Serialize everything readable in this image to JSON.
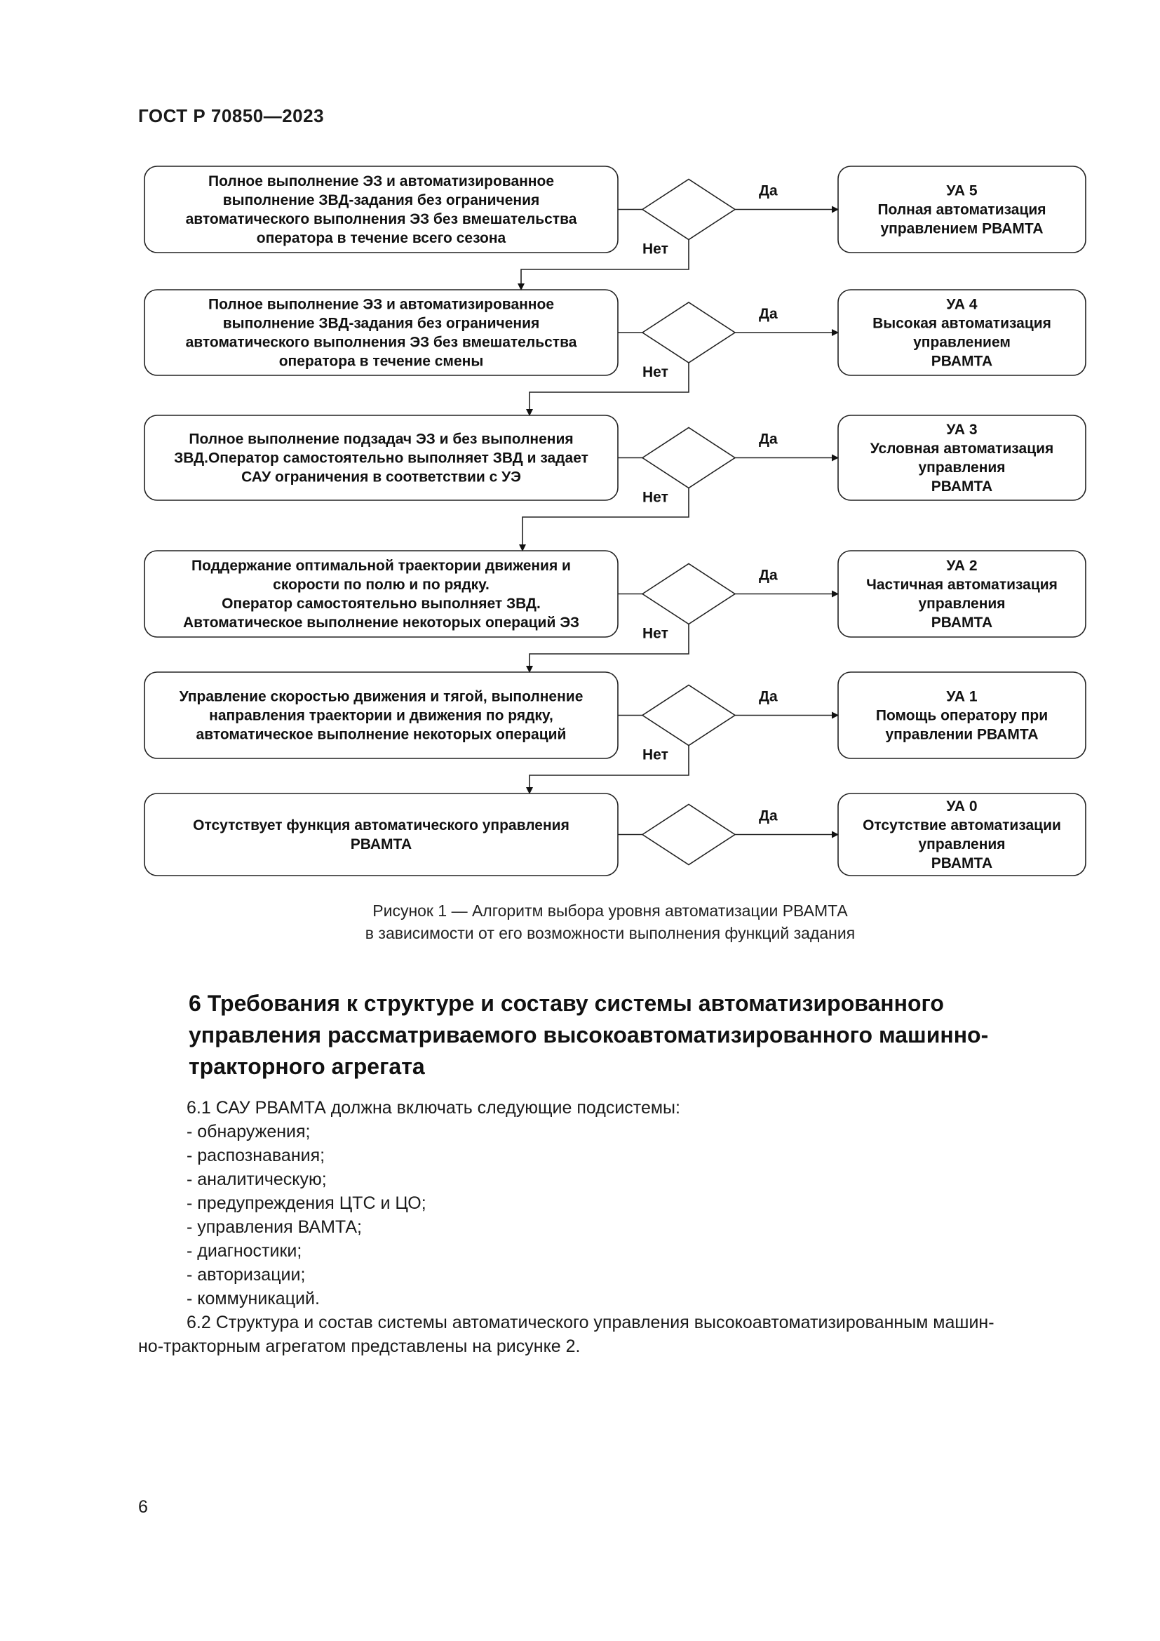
{
  "header": {
    "doc_code": "ГОСТ Р 70850—2023"
  },
  "flowchart": {
    "yes_label": "Да",
    "no_label": "Нет",
    "rows": [
      {
        "condition": [
          "Полное выполнение ЭЗ и автоматизированное",
          "выполнение ЗВД-задания без ограничения",
          "автоматического выполнения ЭЗ без вмешательства",
          "оператора в течение всего сезона"
        ],
        "result": [
          "УА 5",
          "Полная автоматизация",
          "управлением РВАМТА"
        ]
      },
      {
        "condition": [
          "Полное выполнение ЭЗ и автоматизированное",
          "выполнение ЗВД-задания без ограничения",
          "автоматического выполнения ЭЗ без вмешательства",
          "оператора в течение смены"
        ],
        "result": [
          "УА 4",
          "Высокая автоматизация",
          "управлением",
          "РВАМТА"
        ]
      },
      {
        "condition": [
          "Полное выполнение подзадач ЭЗ и без выполнения",
          "ЗВД.Оператор самостоятельно выполняет ЗВД и задает",
          "САУ ограничения в соответствии с УЭ"
        ],
        "result": [
          "УА 3",
          "Условная автоматизация",
          "управления",
          "РВАМТА"
        ]
      },
      {
        "condition": [
          "Поддержание оптимальной траектории движения и",
          "скорости по полю и по рядку.",
          "Оператор самостоятельно выполняет ЗВД.",
          "Автоматическое выполнение некоторых операций ЭЗ"
        ],
        "result": [
          "УА 2",
          "Частичная автоматизация",
          "управления",
          "РВАМТА"
        ]
      },
      {
        "condition": [
          "Управление скоростью движения и тягой, выполнение",
          "направления траектории и движения по рядку,",
          "автоматическое выполнение некоторых операций"
        ],
        "result": [
          "УА 1",
          "Помощь оператору при",
          "управлении РВАМТА"
        ]
      },
      {
        "condition": [
          "Отсутствует функция автоматического управления",
          "РВАМТА"
        ],
        "result": [
          "УА 0",
          "Отсутствие автоматизации",
          "управления",
          "РВАМТА"
        ]
      }
    ]
  },
  "figure_caption": {
    "line1": "Рисунок 1 — Алгоритм выбора уровня автоматизации РВАМТА",
    "line2": "в зависимости от его возможности выполнения функций задания"
  },
  "section": {
    "title": "6 Требования к структуре и составу системы автоматизированного управления рассматриваемого высокоавтоматизированного машинно-тракторного агрегата",
    "p1": "6.1 САУ РВАМТА должна включать следующие подсистемы:",
    "items": [
      "- обнаружения;",
      "- распознавания;",
      "- аналитическую;",
      "- предупреждения ЦТС и ЦО;",
      "- управления ВАМТА;",
      "- диагностики;",
      "- авторизации;",
      "- коммуникаций."
    ],
    "p2_line1": "6.2 Структура и состав системы автоматического управления высокоавтоматизированным машин-",
    "p2_line2": "но-тракторным агрегатом представлены на рисунке 2."
  },
  "page_number": "6"
}
